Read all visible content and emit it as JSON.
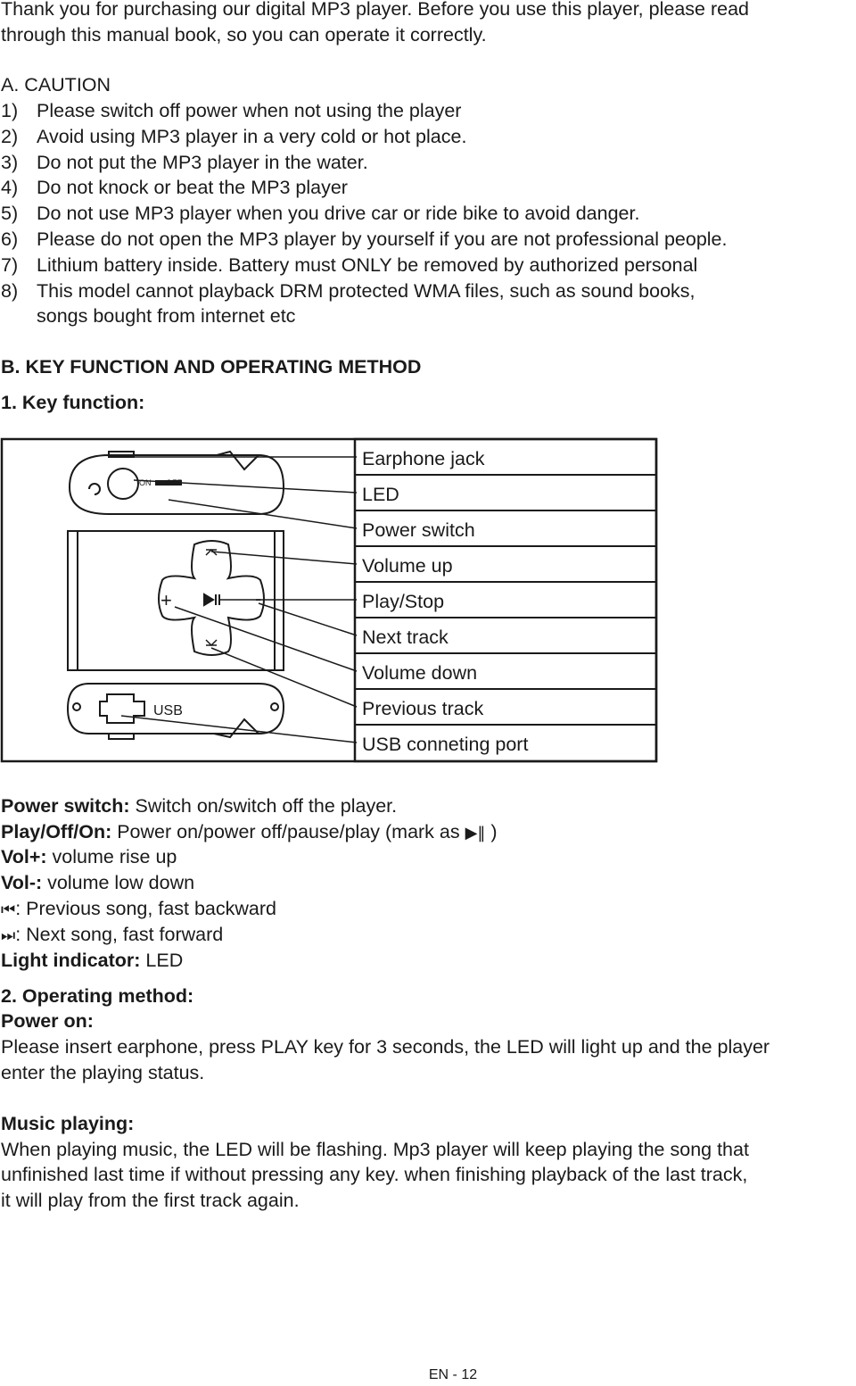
{
  "intro": [
    "Thank you for purchasing our digital MP3 player. Before you use this player, please read",
    "through this manual book, so you can operate it correctly."
  ],
  "caution": {
    "heading": "A. CAUTION",
    "items": [
      {
        "num": "1)",
        "text": "Please switch off power when not using the player"
      },
      {
        "num": "2)",
        "text": "Avoid using MP3 player in a very cold or hot place."
      },
      {
        "num": "3)",
        "text": "Do not put the MP3 player in the water."
      },
      {
        "num": "4)",
        "text": "Do not knock or beat the MP3 player"
      },
      {
        "num": "5)",
        "text": "Do not use MP3 player when you drive car or ride bike to avoid danger."
      },
      {
        "num": "6)",
        "text": "Please do not open the MP3 player by yourself if you are not professional people."
      },
      {
        "num": "7)",
        "text": "Lithium battery inside. Battery must ONLY be removed by authorized personal"
      },
      {
        "num": "8)",
        "text": "This model cannot playback DRM protected WMA files, such as sound books,"
      },
      {
        "num": "",
        "text": "songs bought from internet etc"
      }
    ]
  },
  "section_b": {
    "heading": "B. KEY FUNCTION AND OPERATING METHOD",
    "subheading": "1. Key function:"
  },
  "diagram": {
    "labels": [
      "Earphone jack",
      "LED",
      "Power switch",
      "Volume up",
      "Play/Stop",
      "Next track",
      "Volume down",
      "Previous track",
      "USB conneting port"
    ],
    "switch_on": "ON",
    "switch_off": "OFF",
    "plus": "+",
    "minus": "-",
    "usb": "USB"
  },
  "functions": [
    {
      "key": "Power switch:",
      "desc": " Switch on/switch off the player."
    },
    {
      "key": "Play/Off/On:",
      "desc": " Power on/power off/pause/play (mark as ",
      "suffix": " )"
    },
    {
      "key": "Vol+:",
      "desc": " volume rise up"
    },
    {
      "key": "Vol-:",
      "desc": " volume low down"
    },
    {
      "key": "",
      "desc": ": Previous song, fast backward"
    },
    {
      "key": "",
      "desc": ": Next song, fast forward"
    },
    {
      "key": "Light indicator:",
      "desc": " LED"
    }
  ],
  "operating": {
    "heading": "2. Operating method:",
    "power_on_heading": "Power on:",
    "power_on_text": [
      "Please insert earphone, press PLAY key for 3 seconds, the LED will light up and the player",
      "enter the playing status."
    ],
    "music_heading": "Music playing:",
    "music_text": [
      "When playing music, the LED will be flashing. Mp3 player will keep playing the song that",
      "unfinished last time if without pressing any key. when finishing playback of the last track,",
      "it will play from the first track again."
    ]
  },
  "footer": "EN - 12"
}
